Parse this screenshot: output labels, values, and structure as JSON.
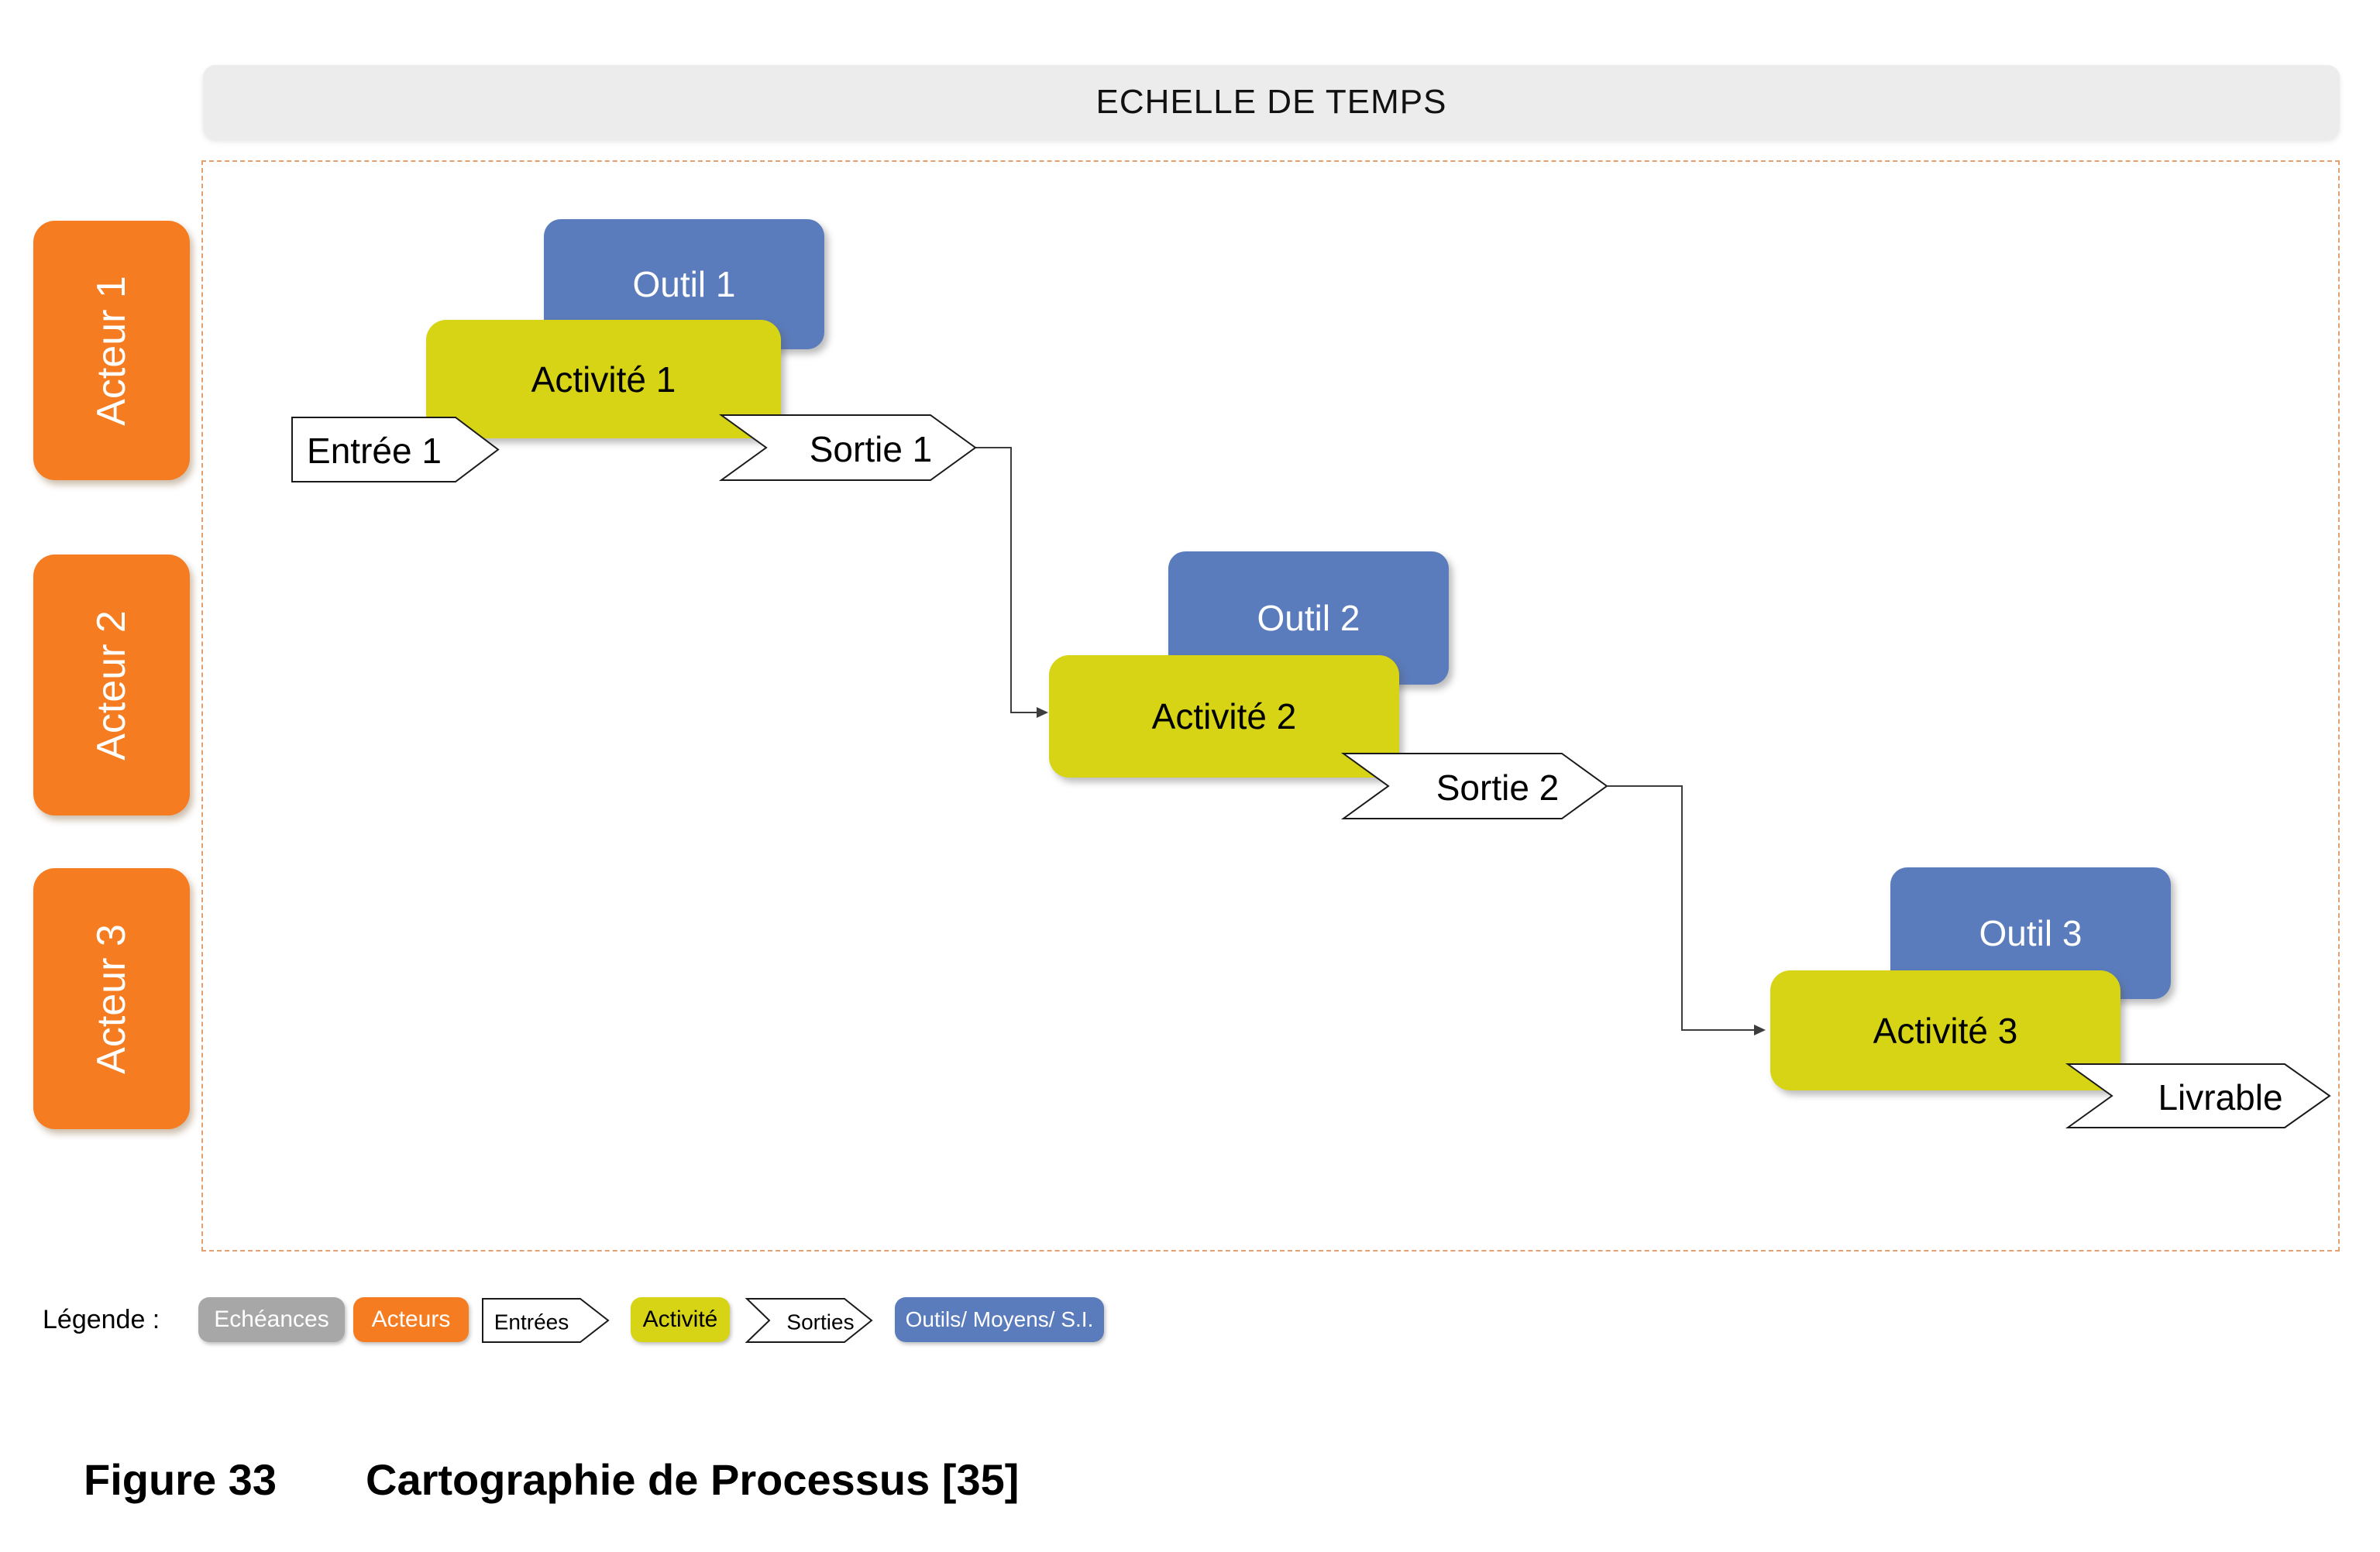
{
  "header": {
    "title": "ECHELLE DE TEMPS"
  },
  "actors": [
    {
      "label": "Acteur 1"
    },
    {
      "label": "Acteur 2"
    },
    {
      "label": "Acteur 3"
    }
  ],
  "process": {
    "rows": [
      {
        "tool": "Outil 1",
        "activity": "Activité 1",
        "input": "Entrée 1",
        "output": "Sortie 1"
      },
      {
        "tool": "Outil 2",
        "activity": "Activité 2",
        "output": "Sortie 2"
      },
      {
        "tool": "Outil 3",
        "activity": "Activité 3",
        "output": "Livrable"
      }
    ]
  },
  "legend": {
    "label": "Légende :",
    "items": [
      {
        "label": "Echéances",
        "type": "chip",
        "color": "#A7A7A7"
      },
      {
        "label": "Acteurs",
        "type": "chip",
        "color": "#F57C21"
      },
      {
        "label": "Entrées",
        "type": "pentagon-arrow",
        "color": "#FFFFFF"
      },
      {
        "label": "Activité",
        "type": "chip",
        "color": "#D6D414"
      },
      {
        "label": "Sorties",
        "type": "chevron-arrow",
        "color": "#FFFFFF"
      },
      {
        "label": "Outils/ Moyens/ S.I.",
        "type": "chip",
        "color": "#5B7CBC"
      }
    ]
  },
  "caption": {
    "figure": "Figure 33",
    "title": "Cartographie de Processus [35]"
  },
  "colors": {
    "actor_orange": "#F57C21",
    "tool_blue": "#5B7CBC",
    "activity_yellow": "#D6D414",
    "deadline_gray": "#A7A7A7",
    "header_gray": "#ECECEC",
    "dashed_border": "#E2A070",
    "connector": "#3D3D3D"
  }
}
